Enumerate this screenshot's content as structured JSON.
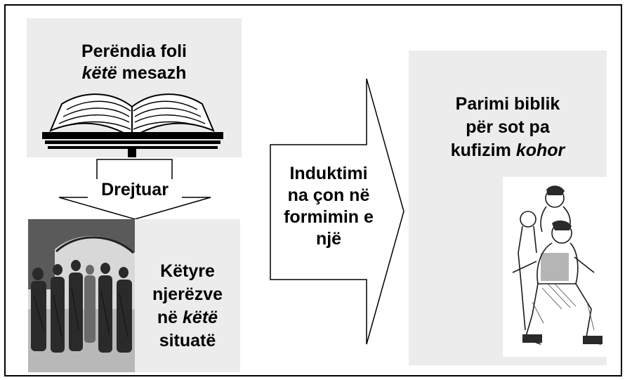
{
  "top_box": {
    "line1": "Perëndia foli",
    "line2_italic": "këtë",
    "line2_rest": " mesazh",
    "icon": "open-book-icon"
  },
  "down_arrow": {
    "label": "Drejtuar"
  },
  "bottom_box": {
    "line1": "Këtyre",
    "line2": "njerëzve",
    "line3_start": "në ",
    "line3_italic": "këtë",
    "line4": "situatë",
    "icon": "crowd-illustration"
  },
  "middle_arrow": {
    "line1": "Induktimi",
    "line2": "na çon në",
    "line3": "formimin e",
    "line4": "një"
  },
  "right_box": {
    "line1": "Parimi biblik",
    "line2": "për sot pa",
    "line3_start": "kufizim ",
    "line3_italic": "kohor",
    "icon": "family-illustration"
  },
  "colors": {
    "box_fill": "#ececec",
    "border": "#000000",
    "background": "#ffffff"
  }
}
